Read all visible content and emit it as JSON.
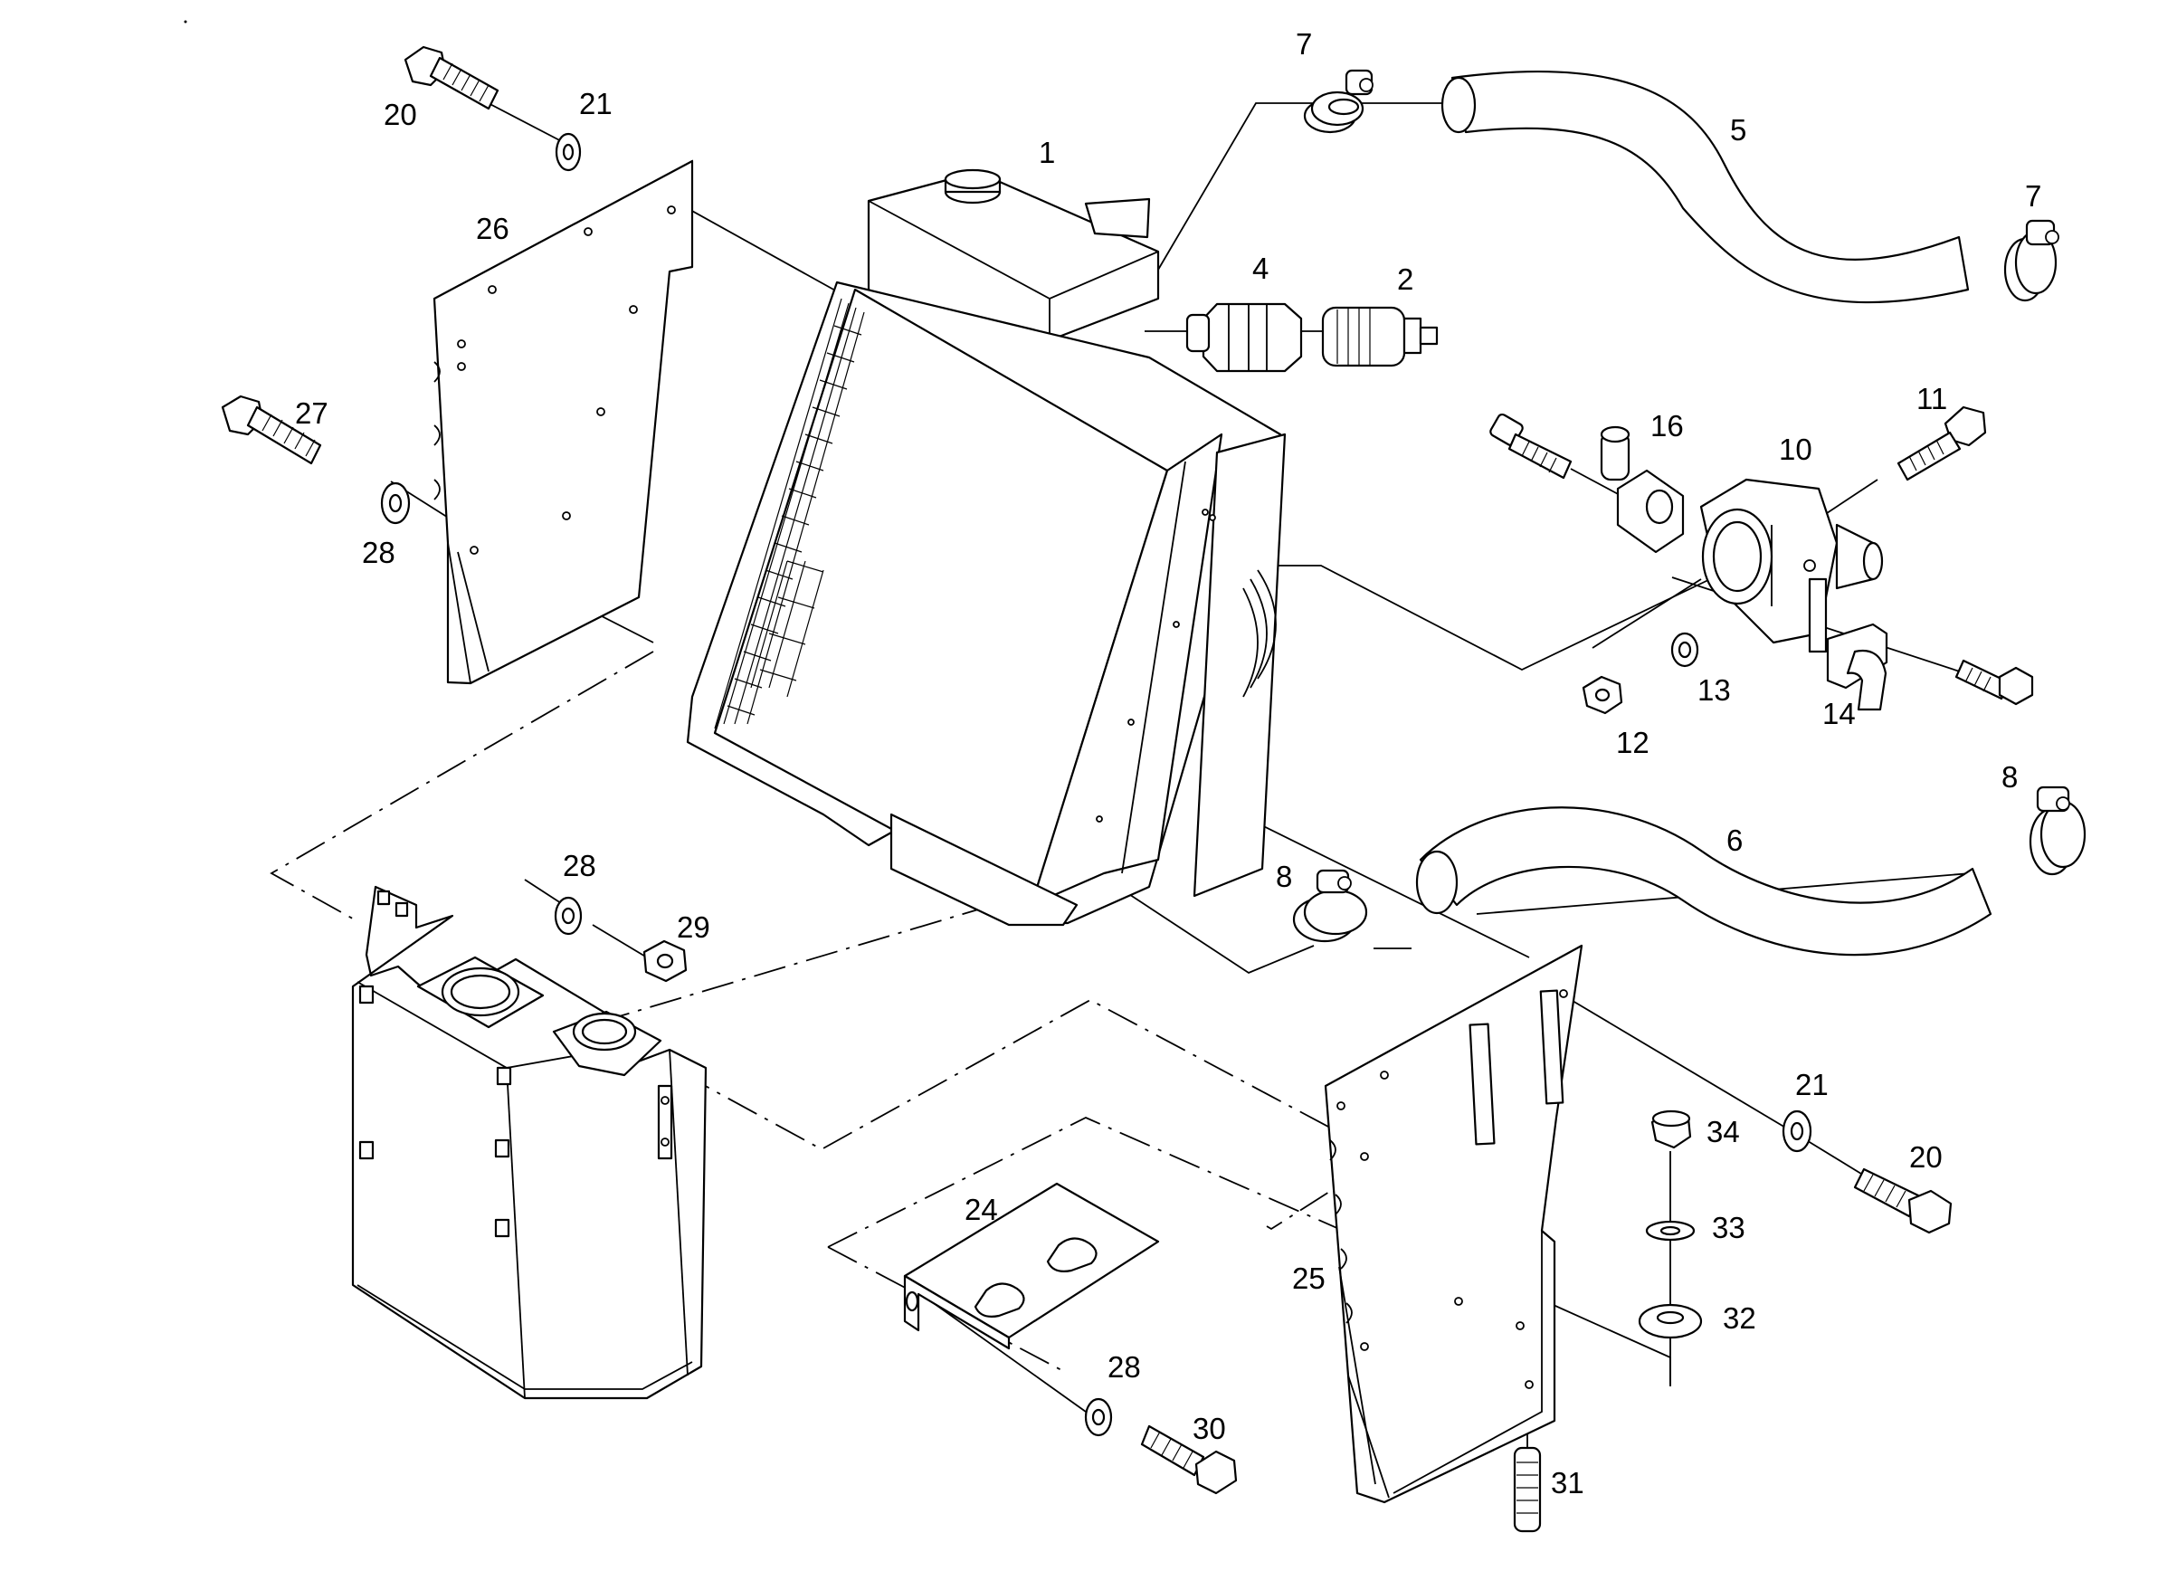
{
  "diagram": {
    "callouts": [
      {
        "id": "1",
        "label": "1"
      },
      {
        "id": "2",
        "label": "2"
      },
      {
        "id": "4",
        "label": "4"
      },
      {
        "id": "5",
        "label": "5"
      },
      {
        "id": "6",
        "label": "6"
      },
      {
        "id": "7a",
        "label": "7"
      },
      {
        "id": "7b",
        "label": "7"
      },
      {
        "id": "8a",
        "label": "8"
      },
      {
        "id": "8b",
        "label": "8"
      },
      {
        "id": "10",
        "label": "10"
      },
      {
        "id": "11",
        "label": "11"
      },
      {
        "id": "12",
        "label": "12"
      },
      {
        "id": "13",
        "label": "13"
      },
      {
        "id": "14",
        "label": "14"
      },
      {
        "id": "16",
        "label": "16"
      },
      {
        "id": "20a",
        "label": "20"
      },
      {
        "id": "20b",
        "label": "20"
      },
      {
        "id": "21a",
        "label": "21"
      },
      {
        "id": "21b",
        "label": "21"
      },
      {
        "id": "24",
        "label": "24"
      },
      {
        "id": "25",
        "label": "25"
      },
      {
        "id": "26",
        "label": "26"
      },
      {
        "id": "27",
        "label": "27"
      },
      {
        "id": "28a",
        "label": "28"
      },
      {
        "id": "28b",
        "label": "28"
      },
      {
        "id": "28c",
        "label": "28"
      },
      {
        "id": "29",
        "label": "29"
      },
      {
        "id": "30",
        "label": "30"
      },
      {
        "id": "31",
        "label": "31"
      },
      {
        "id": "32",
        "label": "32"
      },
      {
        "id": "33",
        "label": "33"
      },
      {
        "id": "34",
        "label": "34"
      }
    ]
  }
}
